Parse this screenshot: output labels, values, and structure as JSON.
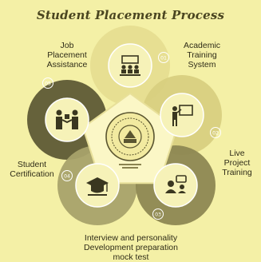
{
  "title": "Student Placement Process",
  "center_logo": {
    "description_icon": "university-emblem",
    "fill_color": "#f2eaa0",
    "border_color": "#c9c07a"
  },
  "steps": [
    {
      "number": "01",
      "lines": [
        "Academic",
        "Training",
        "System"
      ],
      "icon": "classroom-icon",
      "color": "#e6dd90"
    },
    {
      "number": "02",
      "lines": [
        "Live",
        "Project",
        "Training"
      ],
      "icon": "presenter-board-icon",
      "color": "#d8cf80"
    },
    {
      "number": "03",
      "lines": [
        "Interview and personality",
        "Development preparation",
        "mock test"
      ],
      "icon": "interview-people-icon",
      "color": "#8d8752"
    },
    {
      "number": "04",
      "lines": [
        "Student",
        "Certification"
      ],
      "icon": "graduation-cap-icon",
      "color": "#a8a26a"
    },
    {
      "number": "05",
      "lines": [
        "Job",
        "Placement",
        "Assistance"
      ],
      "icon": "handshake-icon",
      "color": "#5e5a35"
    }
  ],
  "colors": {
    "background": "#f4f0a6",
    "text": "#2f2c18",
    "title": "#4a4520",
    "node_fill": "#f6f2b8",
    "icon": "#3a3720"
  }
}
